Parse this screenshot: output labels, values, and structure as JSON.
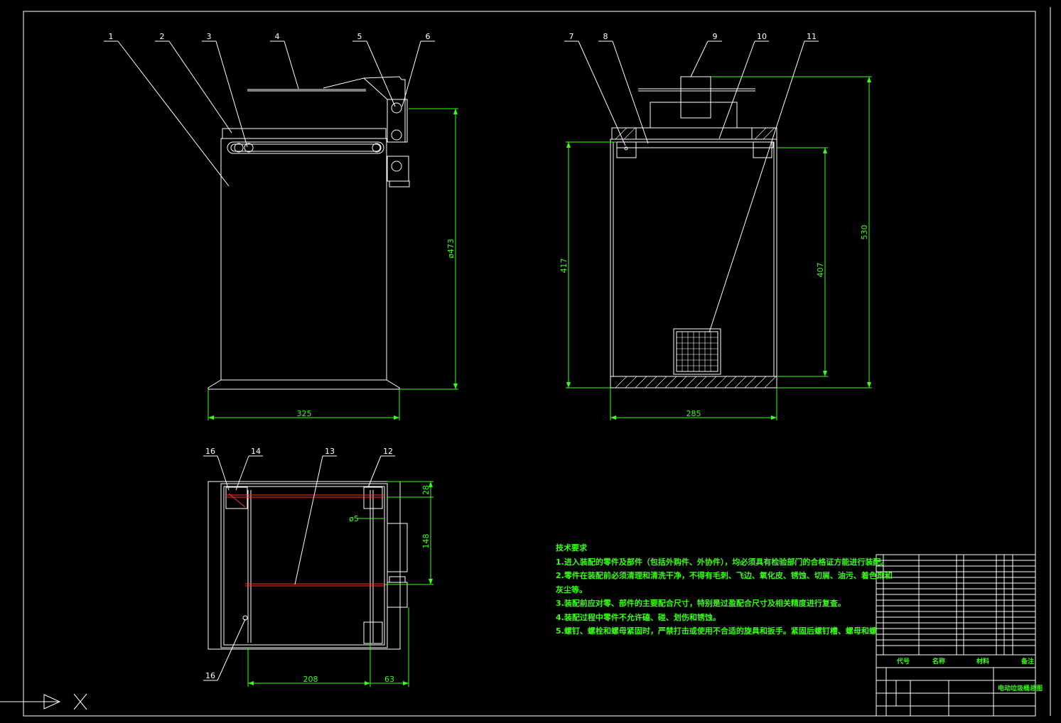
{
  "balloons": [
    "1",
    "2",
    "3",
    "4",
    "5",
    "6",
    "7",
    "8",
    "9",
    "10",
    "11",
    "12",
    "13",
    "14",
    "16",
    "16"
  ],
  "dimensions": {
    "front_width": "325",
    "front_height": "ø473",
    "side_width": "285",
    "side_height_left": "417",
    "side_height_inner": "407",
    "side_height_total": "530",
    "plan_width_left": "208",
    "plan_width_right": "63",
    "plan_height_top": "28",
    "plan_height_mid": "148",
    "plan_hole": "ø5"
  },
  "tech_requirements": {
    "heading": "技术要求",
    "items": [
      "1.进入装配的零件及部件（包括外购件、外协件），均必须具有检验部门的合格证方能进行装配。",
      "2.零件在装配前必须清理和清洗干净，不得有毛刺、飞边、氧化皮、锈蚀、切屑、油污、着色剂和",
      "灰尘等。",
      "3.装配前应对零、部件的主要配合尺寸，特别是过盈配合尺寸及相关精度进行复查。",
      "4.装配过程中零件不允许磕、碰、划伤和锈蚀。",
      "5.螺钉、螺栓和螺母紧固时，严禁打击或使用不合适的旋具和扳手。紧固后螺钉槽、螺母和螺"
    ]
  },
  "title_block": {
    "header_code": "代号",
    "header_name": "名称",
    "header_material": "材料",
    "header_remark": "备注",
    "drawing_title": "电动垃圾桶总图"
  },
  "colors": {
    "background": "#000000",
    "outline": "#ffffff",
    "dimension": "#39ff14",
    "section_line": "#ff3030"
  }
}
